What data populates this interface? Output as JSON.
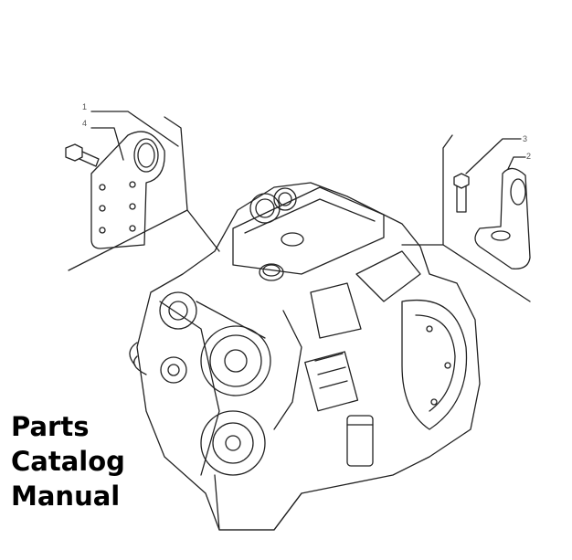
{
  "illustration": {
    "callouts": [
      "1",
      "4",
      "3",
      "2"
    ]
  },
  "title": {
    "line1": "Parts",
    "line2": "Catalog",
    "line3": "Manual"
  }
}
